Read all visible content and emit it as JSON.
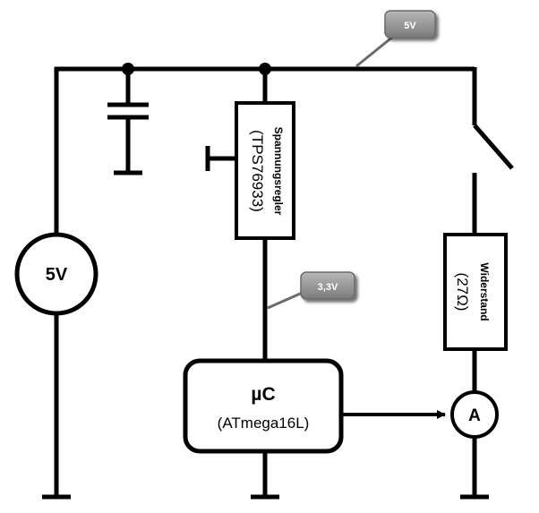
{
  "source": {
    "label": "5V"
  },
  "supply_tag": {
    "label": "5V"
  },
  "regulator": {
    "name": "Spannungsregler",
    "part": "(TPS76933)"
  },
  "regulator_tag": {
    "label": "3,3V"
  },
  "microcontroller": {
    "name": "µC",
    "part": "(ATmega16L)"
  },
  "resistor": {
    "name": "Widerstand",
    "value": "(27Ω)"
  },
  "ammeter": {
    "label": "A"
  },
  "colors": {
    "wire": "#000000",
    "callout_fill": "#9a9a9a",
    "callout_shadow": "#5a5a5a",
    "background": "#ffffff"
  }
}
